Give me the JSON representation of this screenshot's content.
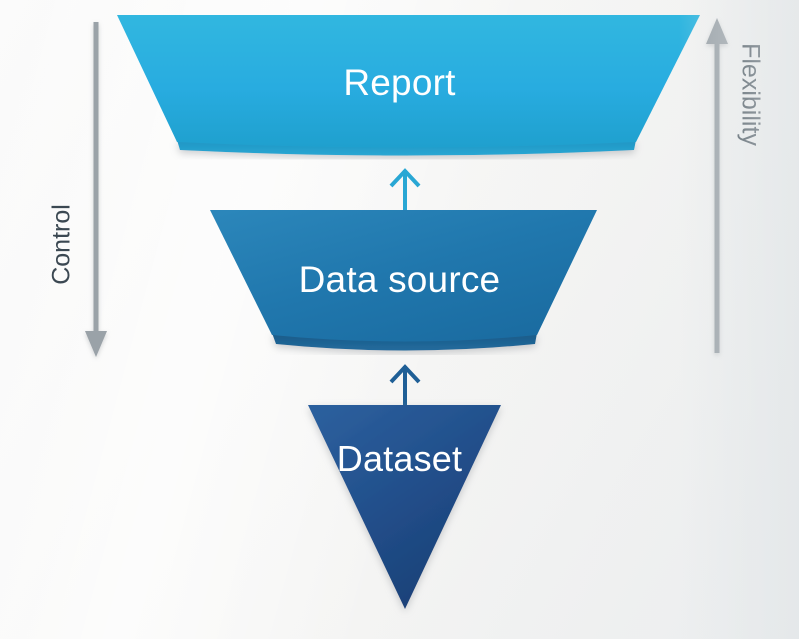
{
  "diagram": {
    "title": "Data hierarchy funnel",
    "background_color": "#f7f7f6",
    "stages": [
      {
        "id": "report",
        "label": "Report",
        "shape": "trapezoid-inverted",
        "fill_top": "#2fb4dd",
        "fill_bottom": "#23a5cf",
        "shadow_color": "#1d8dba",
        "text_color": "#ffffff",
        "order": 1
      },
      {
        "id": "data-source",
        "label": "Data source",
        "shape": "trapezoid-inverted",
        "fill_top": "#2a83b6",
        "fill_bottom": "#1f6fa5",
        "shadow_color": "#1b5f8e",
        "text_color": "#ffffff",
        "order": 2
      },
      {
        "id": "dataset",
        "label": "Dataset",
        "shape": "triangle-down",
        "fill_top": "#2a5f9e",
        "fill_bottom": "#1b3f77",
        "shadow_color": "#16335f",
        "text_color": "#ffffff",
        "order": 3
      }
    ],
    "connectors": [
      {
        "id": "dataset-to-data-source",
        "direction": "up",
        "color": "#1f5f96"
      },
      {
        "id": "data-source-to-report",
        "direction": "up",
        "color": "#29a7d4"
      }
    ],
    "axes": [
      {
        "id": "control",
        "label": "Control",
        "side": "left",
        "arrow_direction": "down",
        "arrow_color": "#9aa2a8",
        "text_color": "#3b4852"
      },
      {
        "id": "flexibility",
        "label": "Flexibility",
        "side": "right",
        "arrow_direction": "up",
        "arrow_color": "#9aa2a8",
        "text_color": "#3b4852"
      }
    ]
  }
}
